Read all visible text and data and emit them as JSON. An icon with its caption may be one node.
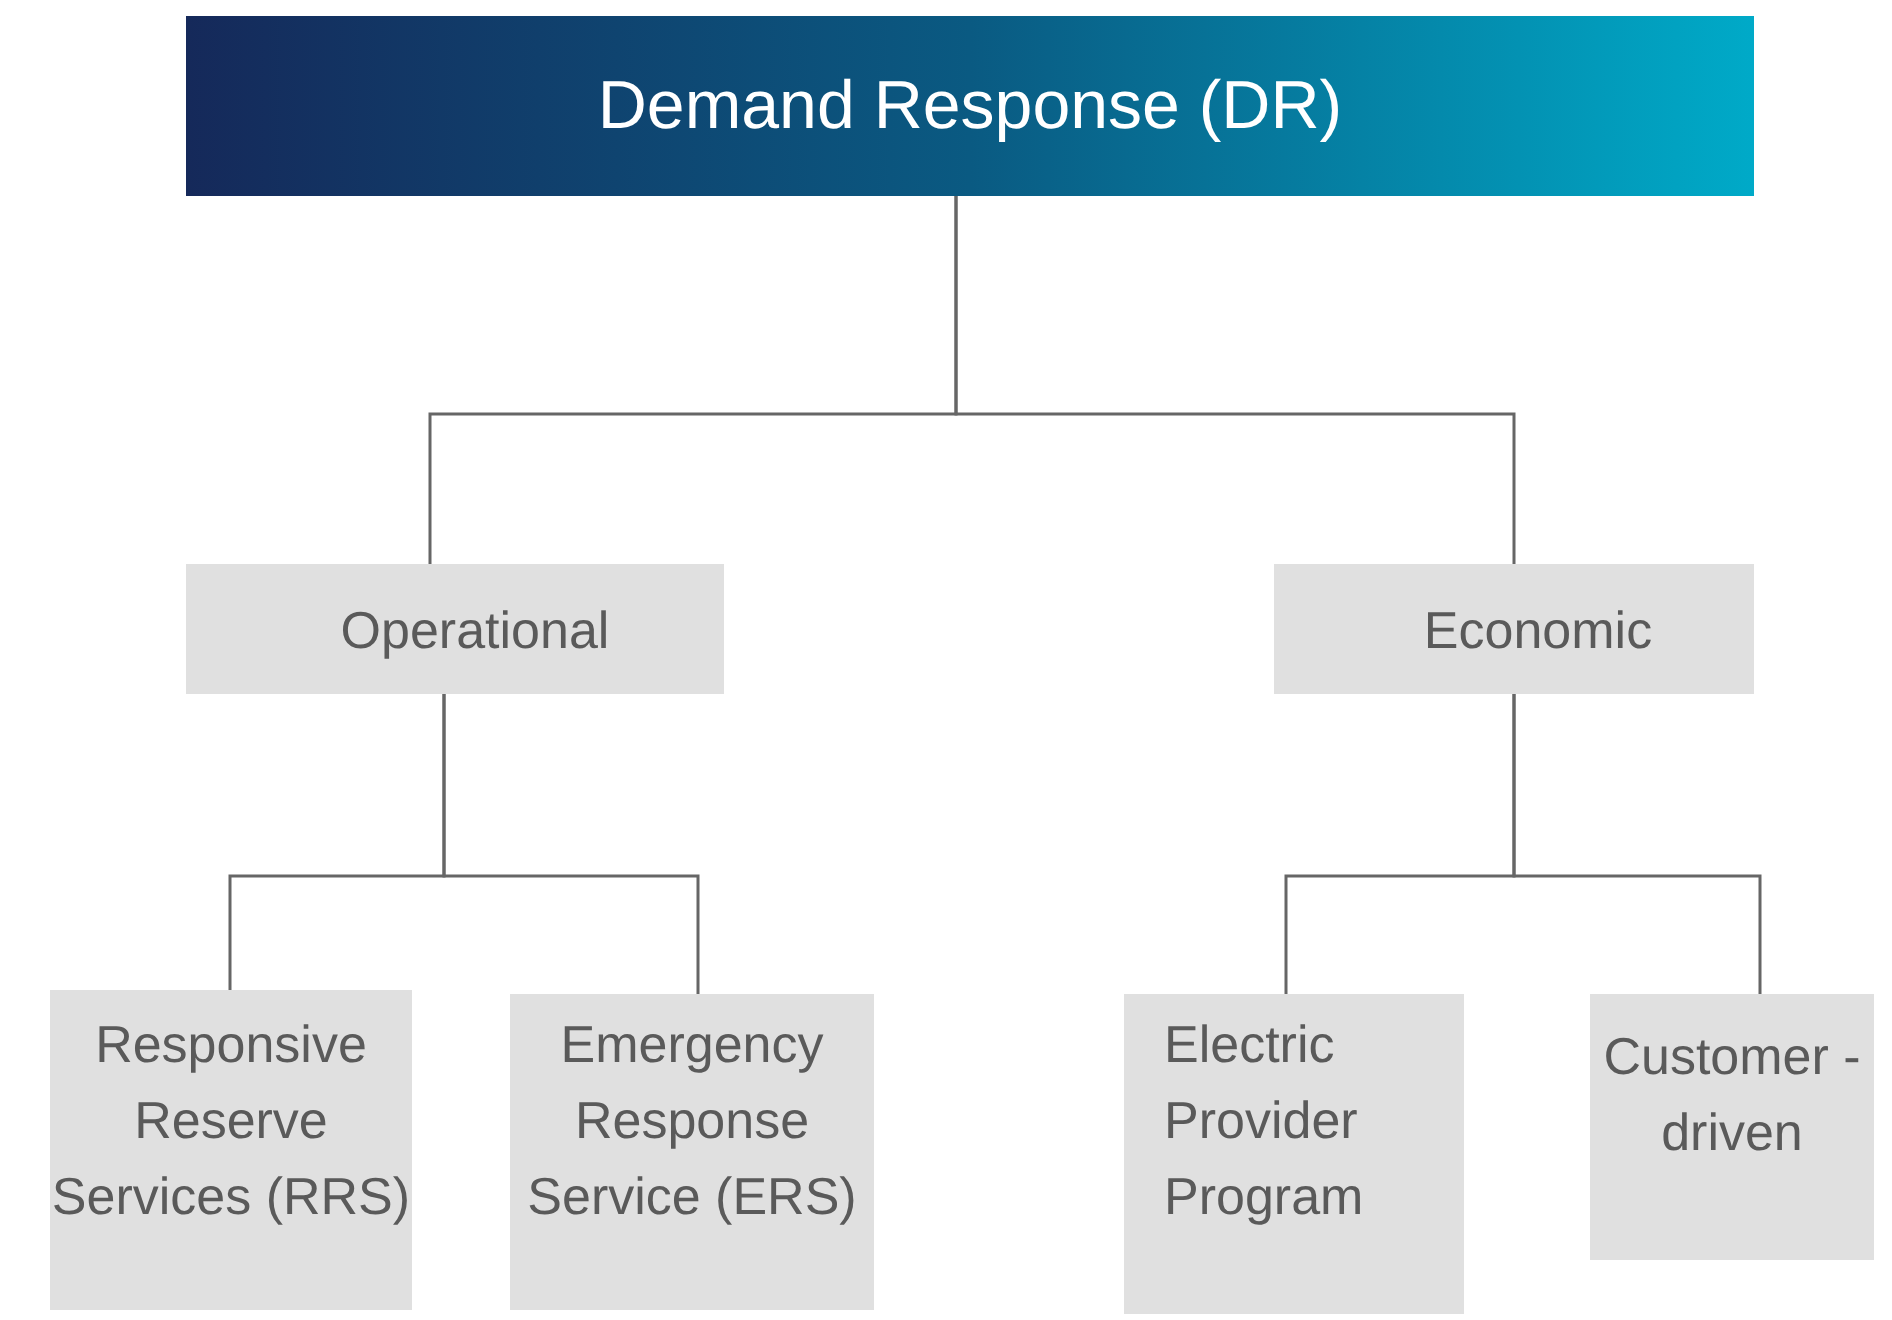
{
  "diagram": {
    "nodes": [
      {
        "text": [
          "Demand Response (DR)"
        ]
      },
      {
        "text": [
          "Operational"
        ]
      },
      {
        "text": [
          "Economic"
        ]
      },
      {
        "text": [
          "Responsive Reserve Services (RRS)"
        ]
      },
      {
        "text": [
          "Emergency Response Service (ERS)"
        ]
      },
      {
        "text": [
          "Electric Provider Program"
        ]
      },
      {
        "text": [
          "Customer - driven"
        ]
      }
    ],
    "edges": [
      {
        "from": 0,
        "to": 1,
        "arrow": "none"
      },
      {
        "from": 0,
        "to": 2,
        "arrow": "none"
      },
      {
        "from": 1,
        "to": 3,
        "arrow": "none"
      },
      {
        "from": 1,
        "to": 4,
        "arrow": "none"
      },
      {
        "from": 2,
        "to": 5,
        "arrow": "none"
      },
      {
        "from": 2,
        "to": 6,
        "arrow": "none"
      }
    ]
  }
}
